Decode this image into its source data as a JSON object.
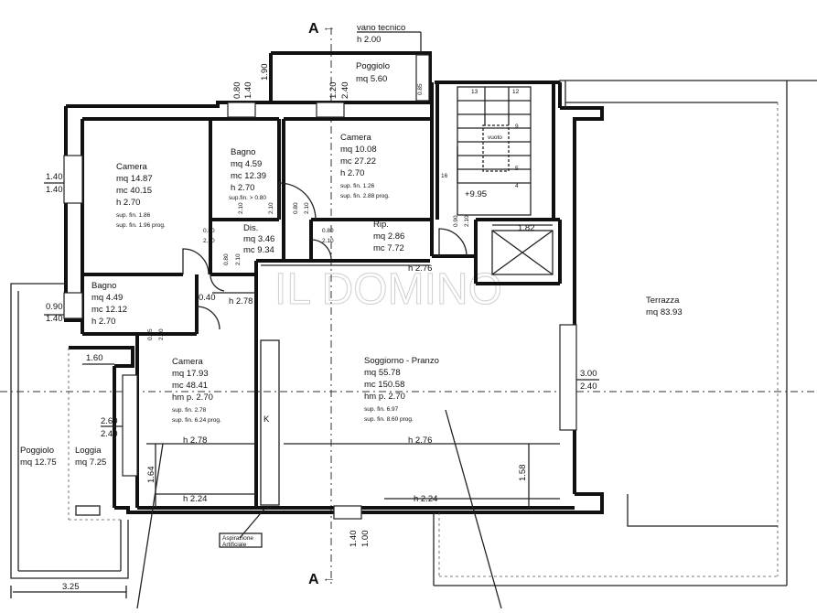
{
  "section": {
    "label": "A"
  },
  "watermark": "IL DOMINO",
  "rooms": [
    {
      "key": "poggiolo_top",
      "lines": [
        "Poggiolo",
        "mq 5.60"
      ]
    },
    {
      "key": "vano_tecnico",
      "lines": [
        "vano tecnico",
        "h 2.00"
      ]
    },
    {
      "key": "camera1",
      "lines": [
        "Camera",
        "mq 14.87",
        "mc 40.15",
        "h 2.70"
      ],
      "small": [
        "sup. fin. 1.86",
        "sup. fin. 1.96 prog."
      ]
    },
    {
      "key": "bagno1",
      "lines": [
        "Bagno",
        "mq 4.59",
        "mc 12.39",
        "h 2.70"
      ],
      "small": [
        "sup.fin. > 0.80"
      ]
    },
    {
      "key": "camera2",
      "lines": [
        "Camera",
        "mq 10.08",
        "mc 27.22",
        "h 2.70"
      ],
      "small": [
        "sup. fin. 1.26",
        "sup. fin. 2.88 prog."
      ]
    },
    {
      "key": "disimpegno",
      "lines": [
        "Dis.",
        "mq 3.46",
        "mc 9.34"
      ]
    },
    {
      "key": "ripostiglio",
      "lines": [
        "Rip.",
        "mq 2.86",
        "mc 7.72"
      ]
    },
    {
      "key": "bagno2",
      "lines": [
        "Bagno",
        "mq 4.49",
        "mc 12.12",
        "h 2.70"
      ]
    },
    {
      "key": "camera3",
      "lines": [
        "Camera",
        "mq 17.93",
        "mc 48.41",
        "hm p. 2.70"
      ],
      "small": [
        "sup. fin. 2.78",
        "sup. fin. 6.24 prog."
      ]
    },
    {
      "key": "soggiorno",
      "lines": [
        "Soggiorno - Pranzo",
        "mq 55.78",
        "mc 150.58",
        "hm p. 2.70"
      ],
      "small": [
        "sup. fin. 6.97",
        "sup. fin. 8.60 prog."
      ]
    },
    {
      "key": "terrazza",
      "lines": [
        "Terrazza",
        "mq 83.93"
      ]
    },
    {
      "key": "poggiolo_left",
      "lines": [
        "Poggiolo",
        "mq 12.75"
      ]
    },
    {
      "key": "loggia",
      "lines": [
        "Loggia",
        "mq 7.25"
      ]
    }
  ],
  "dims": {
    "d_1_90": "1.90",
    "d_0_80_top": "0.80",
    "d_1_40_top": "1.40",
    "d_1_20": "1.20",
    "d_2_40_top": "2.40",
    "d_0_85": "0.85",
    "d_left_1_40a": "1.40",
    "d_left_1_40b": "1.40",
    "d_2_10_a": "2.10",
    "d_0_80_b": "0.80",
    "d_2_10_b": "2.10",
    "d_0_80_dis": "0.80",
    "d_2_10_dis": "2.10",
    "d_0_80_rip": "0.80",
    "d_2_10_rip": "2.10",
    "d_0_80_c": "0.80",
    "d_2_10_c": "2.10",
    "d_0_90": "0.90",
    "d_2_10_stair": "2.10",
    "d_1_82": "1.82",
    "elev": "+9.95",
    "vuoto": "vuoto",
    "s13": "13",
    "s12": "12",
    "s9": "9",
    "s5": "5",
    "s16": "16",
    "s4": "4",
    "h276_a": "h 2.76",
    "h278_a": "h 2.78",
    "d_0_90_left": "0.90",
    "d_1_40_left": "1.40",
    "d_0_75": "0.75",
    "d_2_10_bagno2": "2.10",
    "d_0_40": "0.40",
    "d_1_60": "1.60",
    "d_2_60": "2.60",
    "d_2_40_left": "2.40",
    "h278_b": "h 2.78",
    "h276_b": "h 2.76",
    "d_1_64": "1.64",
    "d_1_58": "1.58",
    "h224_a": "h 2.24",
    "h224_b": "h 2.24",
    "d_3_00": "3.00",
    "d_2_40_right": "2.40",
    "d_1_40_bottom": "1.40",
    "d_1_00_bottom": "1.00",
    "d_3_25": "3.25",
    "kitchen": "K",
    "aspirazione": "Aspirazione",
    "artificiale": "Artificiale"
  },
  "colors": {
    "wall": "#111111",
    "background": "#ffffff"
  }
}
